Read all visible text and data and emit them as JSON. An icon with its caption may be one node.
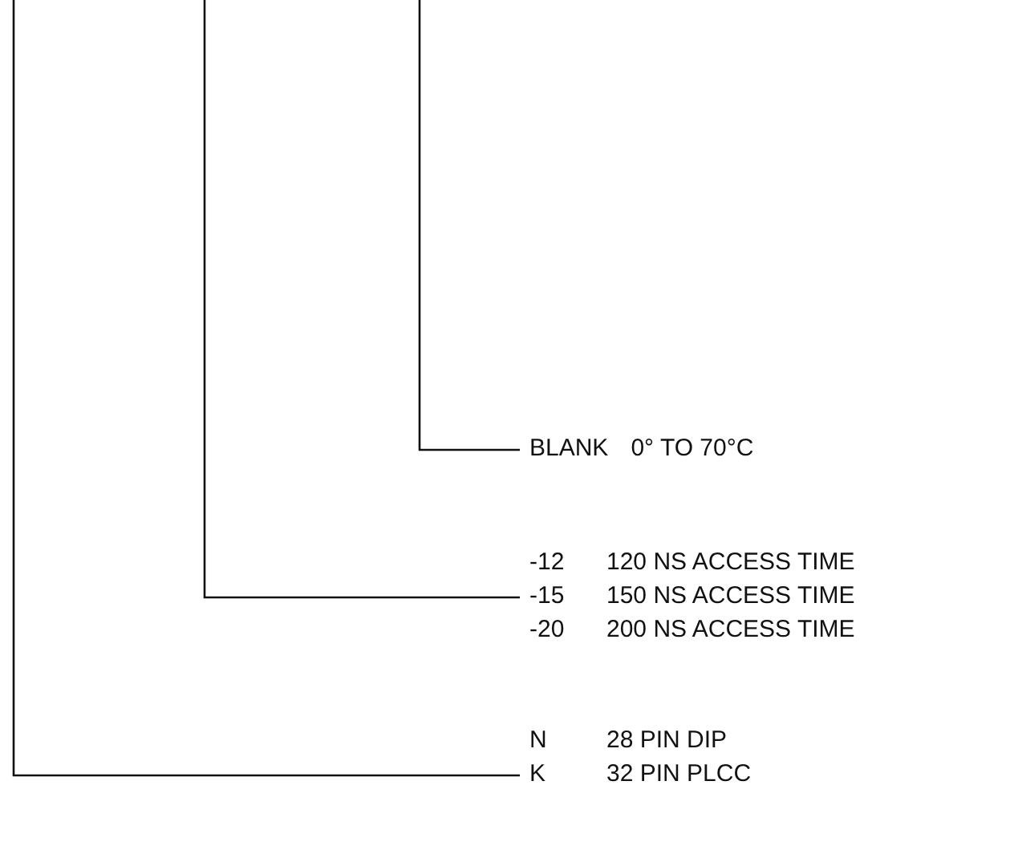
{
  "diagram": {
    "nodes": [
      {
        "text": [
          "BLANK",
          "0° TO 70°C"
        ]
      },
      {
        "text": [
          "-12",
          "120 NS ACCESS TIME",
          "-15",
          "150 NS ACCESS TIME",
          "-20",
          "200 NS ACCESS TIME"
        ]
      },
      {
        "text": [
          "N",
          "28 PIN DIP",
          "K",
          "32 PIN PLCC"
        ]
      }
    ],
    "edges": [
      {
        "from": null,
        "to": 0,
        "arrow": "none"
      },
      {
        "from": null,
        "to": 1,
        "arrow": "none"
      },
      {
        "from": null,
        "to": 2,
        "arrow": "none"
      }
    ]
  }
}
